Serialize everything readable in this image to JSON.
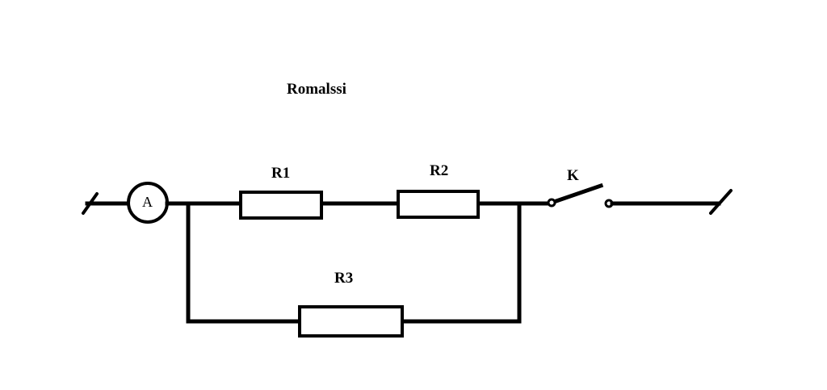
{
  "diagram": {
    "caption": "Romalssi",
    "ammeter_label": "A",
    "resistors": [
      {
        "id": "r1",
        "label": "R1"
      },
      {
        "id": "r2",
        "label": "R2"
      },
      {
        "id": "r3",
        "label": "R3"
      }
    ],
    "switch_label": "K"
  }
}
